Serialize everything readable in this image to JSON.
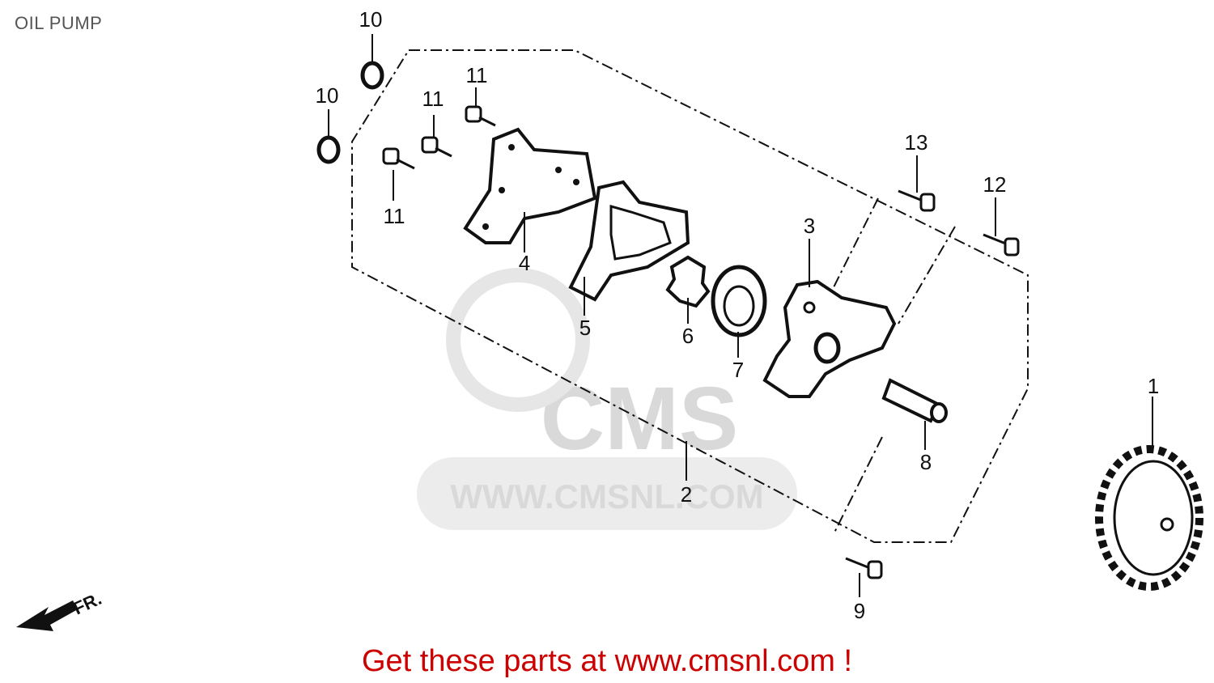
{
  "header": {
    "title": "OIL PUMP"
  },
  "watermark": {
    "brand": "CMS",
    "url": "WWW.CMSNL.COM"
  },
  "front_indicator": "FR.",
  "callouts": {
    "c10a": "10",
    "c10b": "10",
    "c11a": "11",
    "c11b": "11",
    "c11c": "11",
    "c13": "13",
    "c12": "12",
    "c4": "4",
    "c5": "5",
    "c6": "6",
    "c7": "7",
    "c3": "3",
    "c8": "8",
    "c2": "2",
    "c9": "9",
    "c1": "1"
  },
  "footer": {
    "link_text": "Get these parts at www.cmsnl.com !"
  },
  "colors": {
    "line": "#111111",
    "footer": "#cc0000",
    "watermark": "#d9d9d9"
  }
}
